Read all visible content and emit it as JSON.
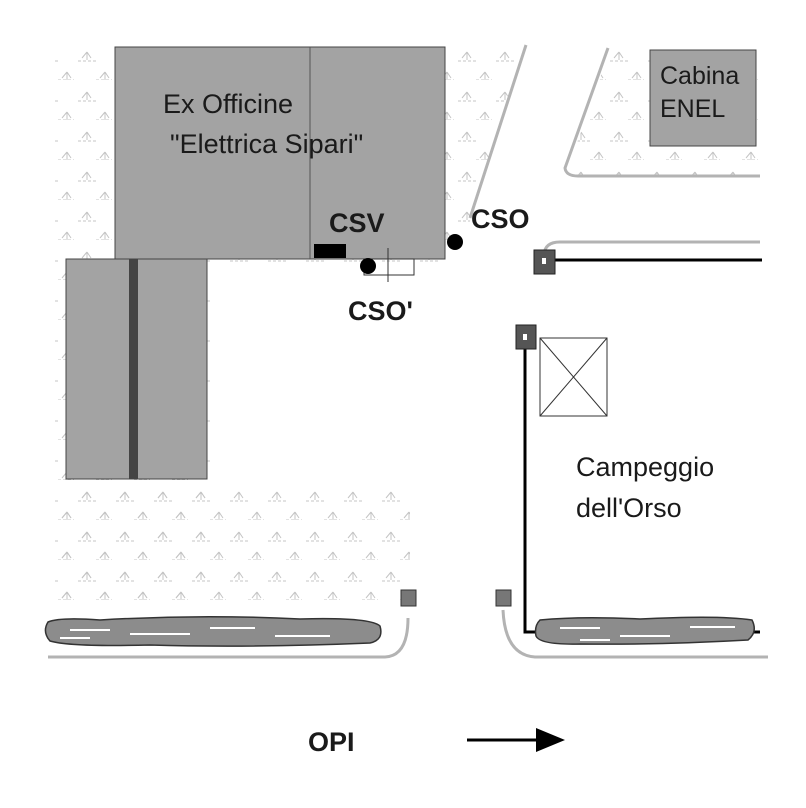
{
  "map": {
    "labels": {
      "building_line1": "Ex Officine",
      "building_line2": "\"Elettrica Sipari\"",
      "cabina_line1": "Cabina",
      "cabina_line2": "ENEL",
      "campeggio_line1": "Campeggio",
      "campeggio_line2": "dell'Orso",
      "csv": "CSV",
      "cso": "CSO",
      "cso_prime": "CSO'",
      "opi": "OPI"
    },
    "colors": {
      "building_fill": "#a3a3a3",
      "building_stroke": "#444444",
      "road_edge": "#b3b3b3",
      "ground_hatch": "#c4c4c4",
      "marker": "#000000",
      "hedge_fill": "#8c8c8c"
    },
    "icons": {
      "direction_arrow": "arrow-right-icon",
      "well_marker": "circle-marker-icon"
    }
  }
}
